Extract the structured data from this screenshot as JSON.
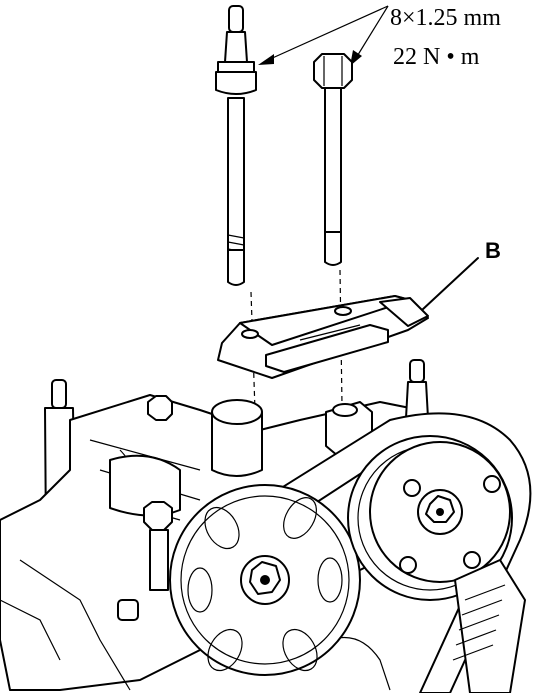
{
  "spec": {
    "size": "8×1.25 mm",
    "torque": "22 N • m"
  },
  "callout": {
    "label": "B"
  }
}
